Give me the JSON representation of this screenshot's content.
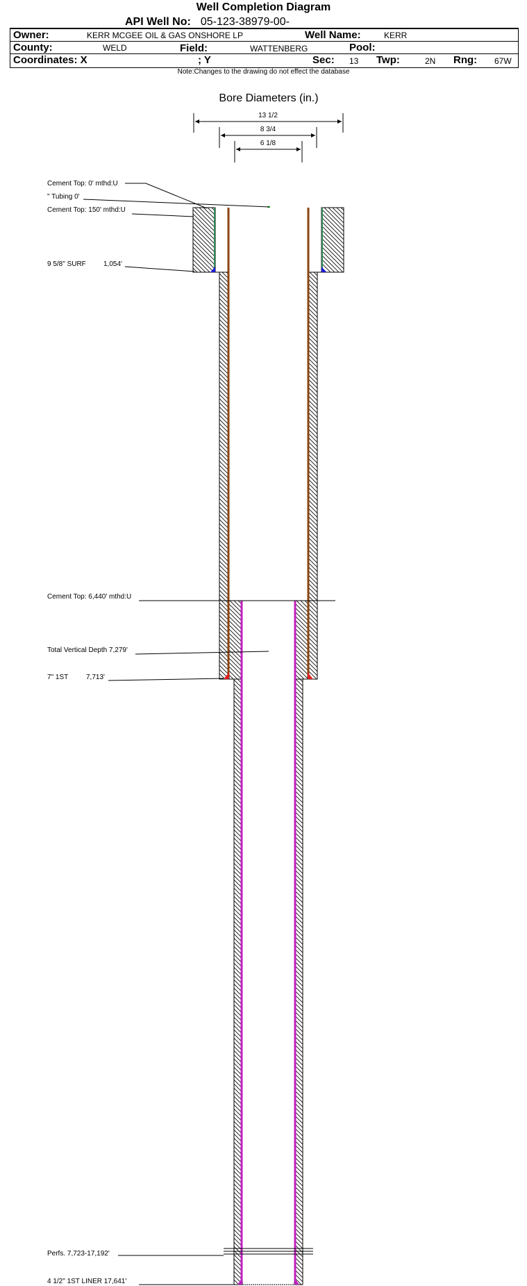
{
  "header": {
    "title": "Well Completion Diagram",
    "api_label": "API Well No:",
    "api_value": "05-123-38979-00-",
    "owner_label": "Owner:",
    "owner_value": "KERR MCGEE OIL & GAS ONSHORE LP",
    "well_name_label": "Well Name:",
    "well_name_value": "KERR",
    "county_label": "County:",
    "county_value": "WELD",
    "field_label": "Field:",
    "field_value": "WATTENBERG",
    "pool_label": "Pool:",
    "coords_label": "Coordinates: X",
    "y_label": "; Y",
    "sec_label": "Sec:",
    "sec_value": "13",
    "twp_label": "Twp:",
    "twp_value": "2N",
    "rng_label": "Rng:",
    "rng_value": "67W"
  },
  "note": "Note:Changes to the drawing do not effect the database",
  "bore": {
    "title": "Bore Diameters (in.)",
    "dims": [
      "13 1/2",
      "8 3/4",
      "6 1/8"
    ]
  },
  "annotations": {
    "cement_top_0": "Cement Top: 0' mthd:U",
    "tubing": "\" Tubing 0'",
    "cement_top_150": "Cement Top: 150' mthd:U",
    "surf_casing": "9 5/8\" SURF",
    "surf_depth": "1,054'",
    "cement_top_6440": "Cement Top: 6,440' mthd:U",
    "tvd": "Total Vertical Depth 7,279'",
    "first_casing": "7\" 1ST",
    "first_casing_depth": "7,713'",
    "perfs": "Perfs. 7,723-17,192'",
    "liner": "4 1/2\" 1ST LINER  17,641'"
  },
  "colors": {
    "surf_casing": "#2e8b57",
    "surf_shoe": "#1c1cd6",
    "intermediate_casing": "#8b4513",
    "intermediate_shoe": "#e02020",
    "liner": "#c020c0",
    "tubing_marker": "#22aa22"
  }
}
